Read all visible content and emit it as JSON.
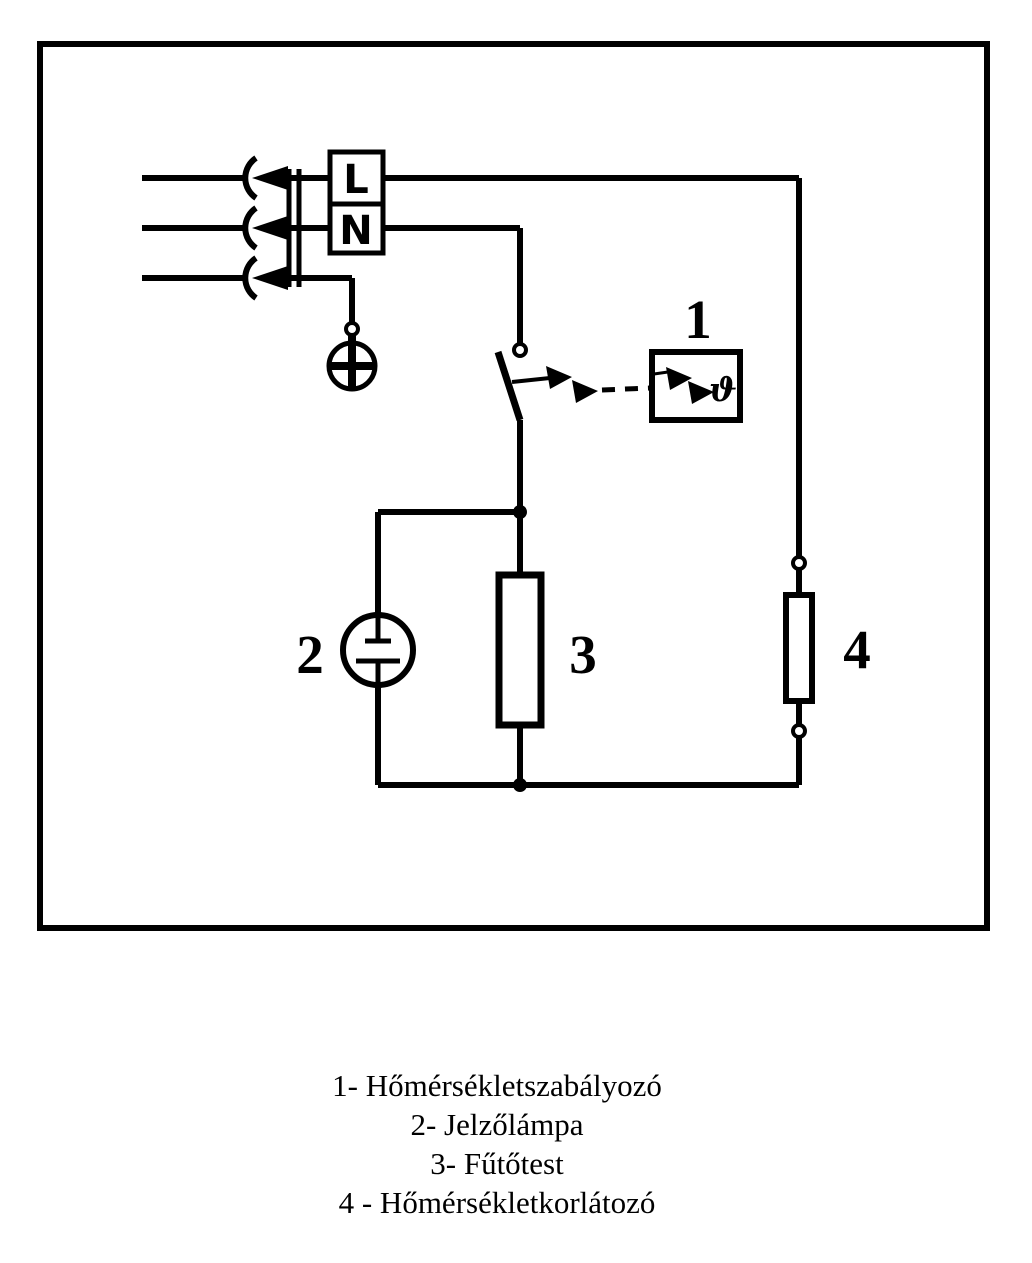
{
  "diagram": {
    "terminals": {
      "L": "L",
      "N": "N"
    },
    "labels": {
      "thermostat": "1",
      "lamp": "2",
      "heater": "3",
      "limiter": "4"
    },
    "thermostat_theta": "ϑ",
    "legend": {
      "items": [
        "1- Hőmérsékletszabályozó",
        "2- Jelzőlámpa",
        "3- Fűtőtest",
        "4 - Hőmérsékletkorlátozó"
      ]
    },
    "colors": {
      "line": "#000000",
      "background": "#ffffff"
    }
  }
}
